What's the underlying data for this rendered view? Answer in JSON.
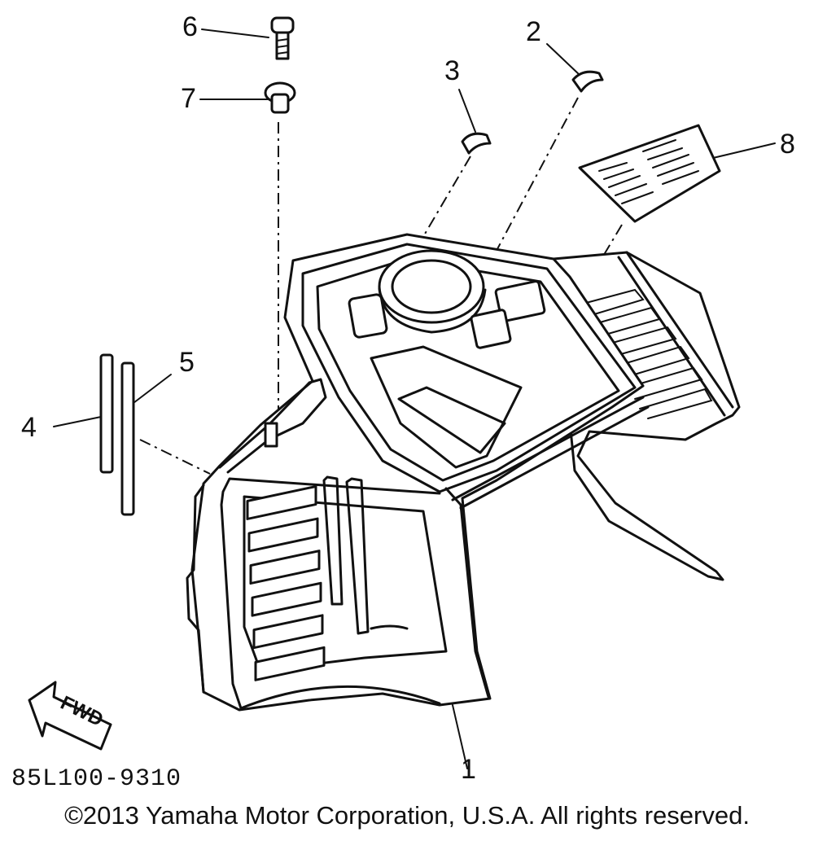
{
  "diagram": {
    "callouts": [
      {
        "id": "1",
        "label": "1"
      },
      {
        "id": "2",
        "label": "2"
      },
      {
        "id": "3",
        "label": "3"
      },
      {
        "id": "4",
        "label": "4"
      },
      {
        "id": "5",
        "label": "5"
      },
      {
        "id": "6",
        "label": "6"
      },
      {
        "id": "7",
        "label": "7"
      },
      {
        "id": "8",
        "label": "8"
      }
    ],
    "fwd_arrow_label": "FWD",
    "drawing_code": "85L100-9310",
    "copyright": "©2013 Yamaha Motor Corporation, U.S.A. All rights reserved."
  },
  "colors": {
    "line": "#111111",
    "background": "#ffffff"
  }
}
